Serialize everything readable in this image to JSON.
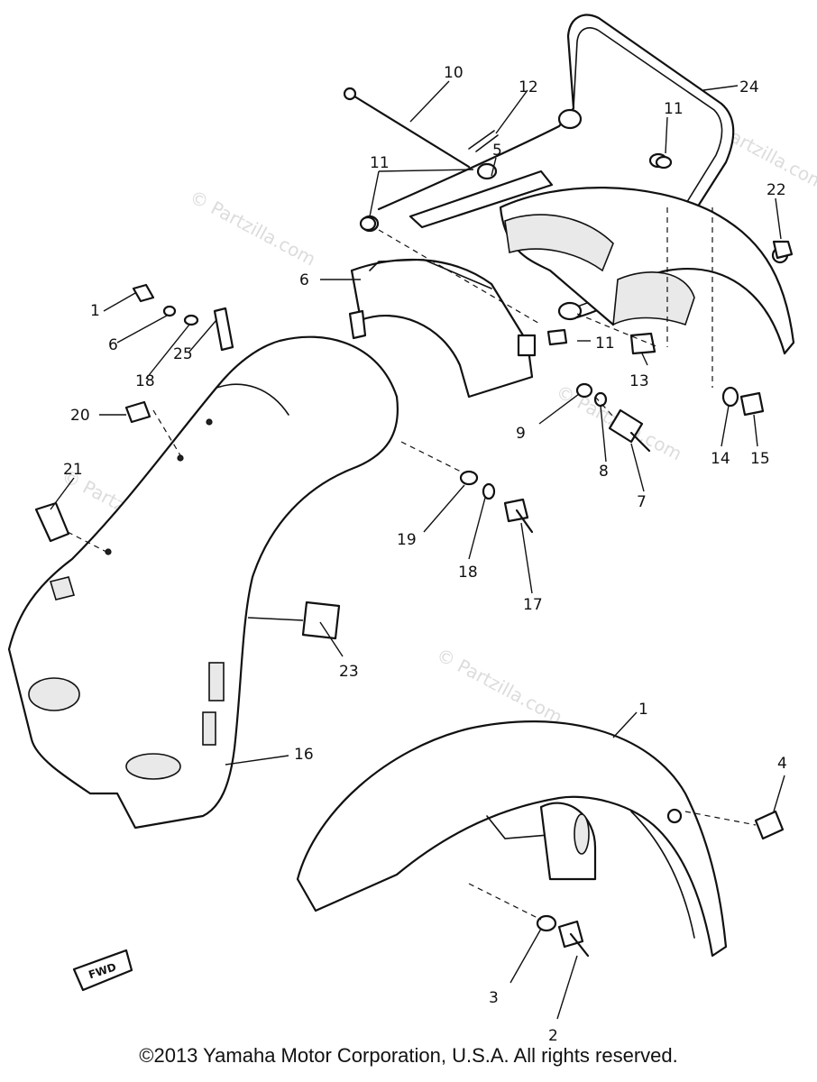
{
  "watermark": "© Partzilla.com",
  "copyright": "©2013 Yamaha Motor Corporation, U.S.A. All rights reserved.",
  "fwd_badge": "FWD",
  "callouts": {
    "c1": "1",
    "c2": "2",
    "c3": "3",
    "c4": "4",
    "c5": "5",
    "c6": "6",
    "c7": "7",
    "c8": "8",
    "c9": "9",
    "c10": "10",
    "c11a": "11",
    "c11b": "11",
    "c11c": "11",
    "c12": "12",
    "c13": "13",
    "c14": "14",
    "c15": "15",
    "c16": "16",
    "c17": "17",
    "c18": "18",
    "c19": "19",
    "c20": "20",
    "c21": "21",
    "c22": "22",
    "c23": "23",
    "c24": "24",
    "c25": "25",
    "c26": "1",
    "c27": "6",
    "c28": "18"
  }
}
